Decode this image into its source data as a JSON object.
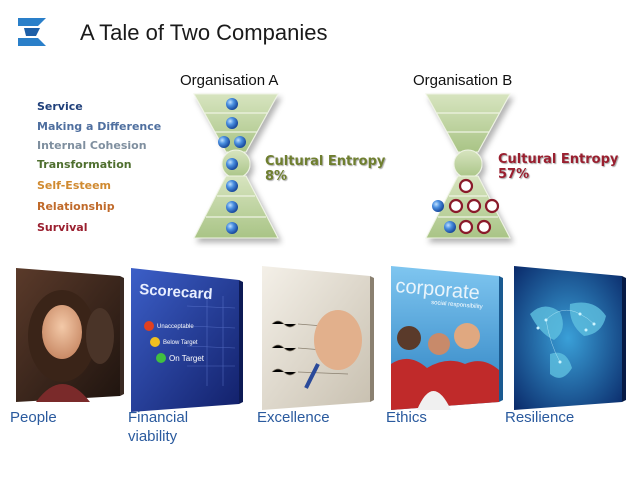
{
  "slide": {
    "title": "A Tale of Two Companies"
  },
  "levels": [
    {
      "label": "Service",
      "color": "#1f3f7a"
    },
    {
      "label": "Making a Difference",
      "color": "#4f6f9f"
    },
    {
      "label": "Internal Cohesion",
      "color": "#7f8f9f"
    },
    {
      "label": "Transformation",
      "color": "#4f6f2f"
    },
    {
      "label": "Self-Esteem",
      "color": "#d08a30"
    },
    {
      "label": "Relationship",
      "color": "#c06a2a"
    },
    {
      "label": "Survival",
      "color": "#9a1f2f"
    }
  ],
  "organisations": [
    {
      "name": "Organisation A",
      "entropy_label": "Cultural Entropy",
      "entropy_value": "8%",
      "entropy_color": "#6f7f2f"
    },
    {
      "name": "Organisation B",
      "entropy_label": "Cultural Entropy",
      "entropy_value": "57%",
      "entropy_color": "#9a1f2f"
    }
  ],
  "tiles": [
    {
      "caption": "People",
      "image_icon": "portrait-photo"
    },
    {
      "caption": "Financial viability",
      "image_icon": "scorecard-screen",
      "screen_title": "Scorecard",
      "screen_lines": [
        "Unacceptable",
        "Below Target",
        "On Target"
      ]
    },
    {
      "caption": "Excellence",
      "image_icon": "signing-document-photo"
    },
    {
      "caption": "Ethics",
      "image_icon": "corporate-social-responsibility-photo",
      "screen_title": "corporate",
      "screen_subtitle": "social responsibility"
    },
    {
      "caption": "Resilience",
      "image_icon": "world-network-map"
    }
  ],
  "colors": {
    "accent_blue": "#2a5a9e",
    "hourglass_green": "#b9cf97"
  }
}
